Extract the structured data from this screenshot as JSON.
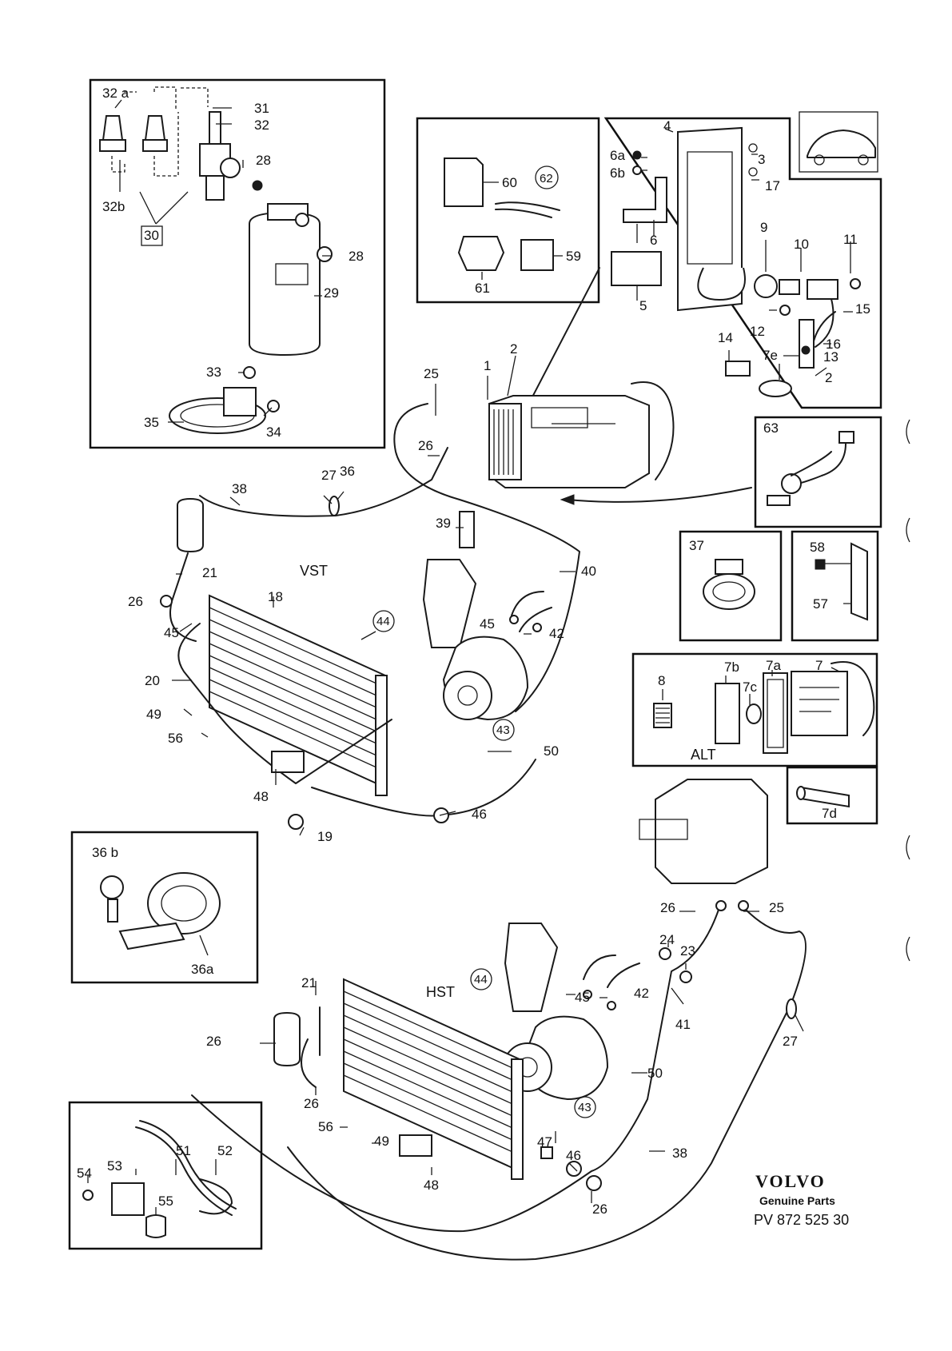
{
  "brand": {
    "name": "VOLVO",
    "tagline": "Genuine Parts",
    "part_number": "PV 872 525 30"
  },
  "variants": {
    "vst": "VST",
    "hst": "HST",
    "alt": "ALT"
  },
  "labels": {
    "l32a": "32 a",
    "l31": "31",
    "l32": "32",
    "l28a": "28",
    "l28b": "28",
    "l32b": "32b",
    "l30": "30",
    "l29": "29",
    "l33": "33",
    "l35": "35",
    "l34": "34",
    "l60": "60",
    "l62": "62",
    "l59": "59",
    "l61": "61",
    "l4": "4",
    "l6a": "6a",
    "l6b": "6b",
    "l3": "3",
    "l17": "17",
    "l6": "6",
    "l5": "5",
    "l9": "9",
    "l10": "10",
    "l11": "11",
    "l15": "15",
    "l12": "12",
    "l16": "16",
    "l14": "14",
    "l13": "13",
    "l7e": "7e",
    "l2a": "2",
    "l1": "1",
    "l2b": "2",
    "l25a": "25",
    "l26a": "26",
    "l63": "63",
    "l38a": "38",
    "l27a": "27",
    "l36": "36",
    "l39": "39",
    "l40": "40",
    "l21a": "21",
    "l26b": "26",
    "l18": "18",
    "l45a": "45",
    "l44a": "44",
    "l42a": "42",
    "l20": "20",
    "l49a": "49",
    "l56a": "56",
    "l43a": "43",
    "l50a": "50",
    "l48a": "48",
    "l19": "19",
    "l46a": "46",
    "l37": "37",
    "l58": "58",
    "l57": "57",
    "l8": "8",
    "l7b": "7b",
    "l7a": "7a",
    "l7c": "7c",
    "l7": "7",
    "l7d": "7d",
    "l36b": "36 b",
    "l36a": "36a",
    "l26c": "26",
    "l25b": "25",
    "l24": "24",
    "l23": "23",
    "l44b": "44",
    "l45b": "45",
    "l42b": "42",
    "l41": "41",
    "l21b": "21",
    "l26d": "26",
    "l27b": "27",
    "l26e": "26",
    "l50b": "50",
    "l43b": "43",
    "l56b": "56",
    "l49b": "49",
    "l47": "47",
    "l46b": "46",
    "l38b": "38",
    "l48b": "48",
    "l26f": "26",
    "l51": "51",
    "l52": "52",
    "l54": "54",
    "l53": "53",
    "l55": "55"
  }
}
